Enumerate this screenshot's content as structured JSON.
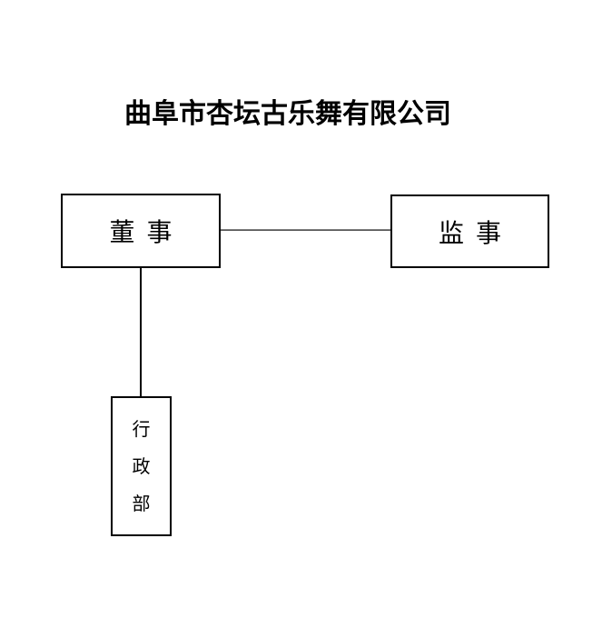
{
  "document": {
    "title": "曲阜市杏坛古乐舞有限公司"
  },
  "org_chart": {
    "type": "org-chart",
    "nodes": [
      {
        "id": "director",
        "label": "董事",
        "orientation": "horizontal"
      },
      {
        "id": "supervisor",
        "label": "监事",
        "orientation": "horizontal"
      },
      {
        "id": "admin-dept",
        "label": "行政部",
        "orientation": "vertical",
        "label_chars": [
          "行",
          "政",
          "部"
        ]
      }
    ],
    "edges": [
      {
        "from": "director",
        "to": "supervisor",
        "direction": "horizontal",
        "color": "#808080"
      },
      {
        "from": "director",
        "to": "admin-dept",
        "direction": "vertical",
        "color": "#000000"
      }
    ]
  },
  "colors": {
    "background": "#ffffff",
    "box_border": "#000000",
    "text": "#000000",
    "connector_gray": "#808080",
    "connector_black": "#000000"
  }
}
